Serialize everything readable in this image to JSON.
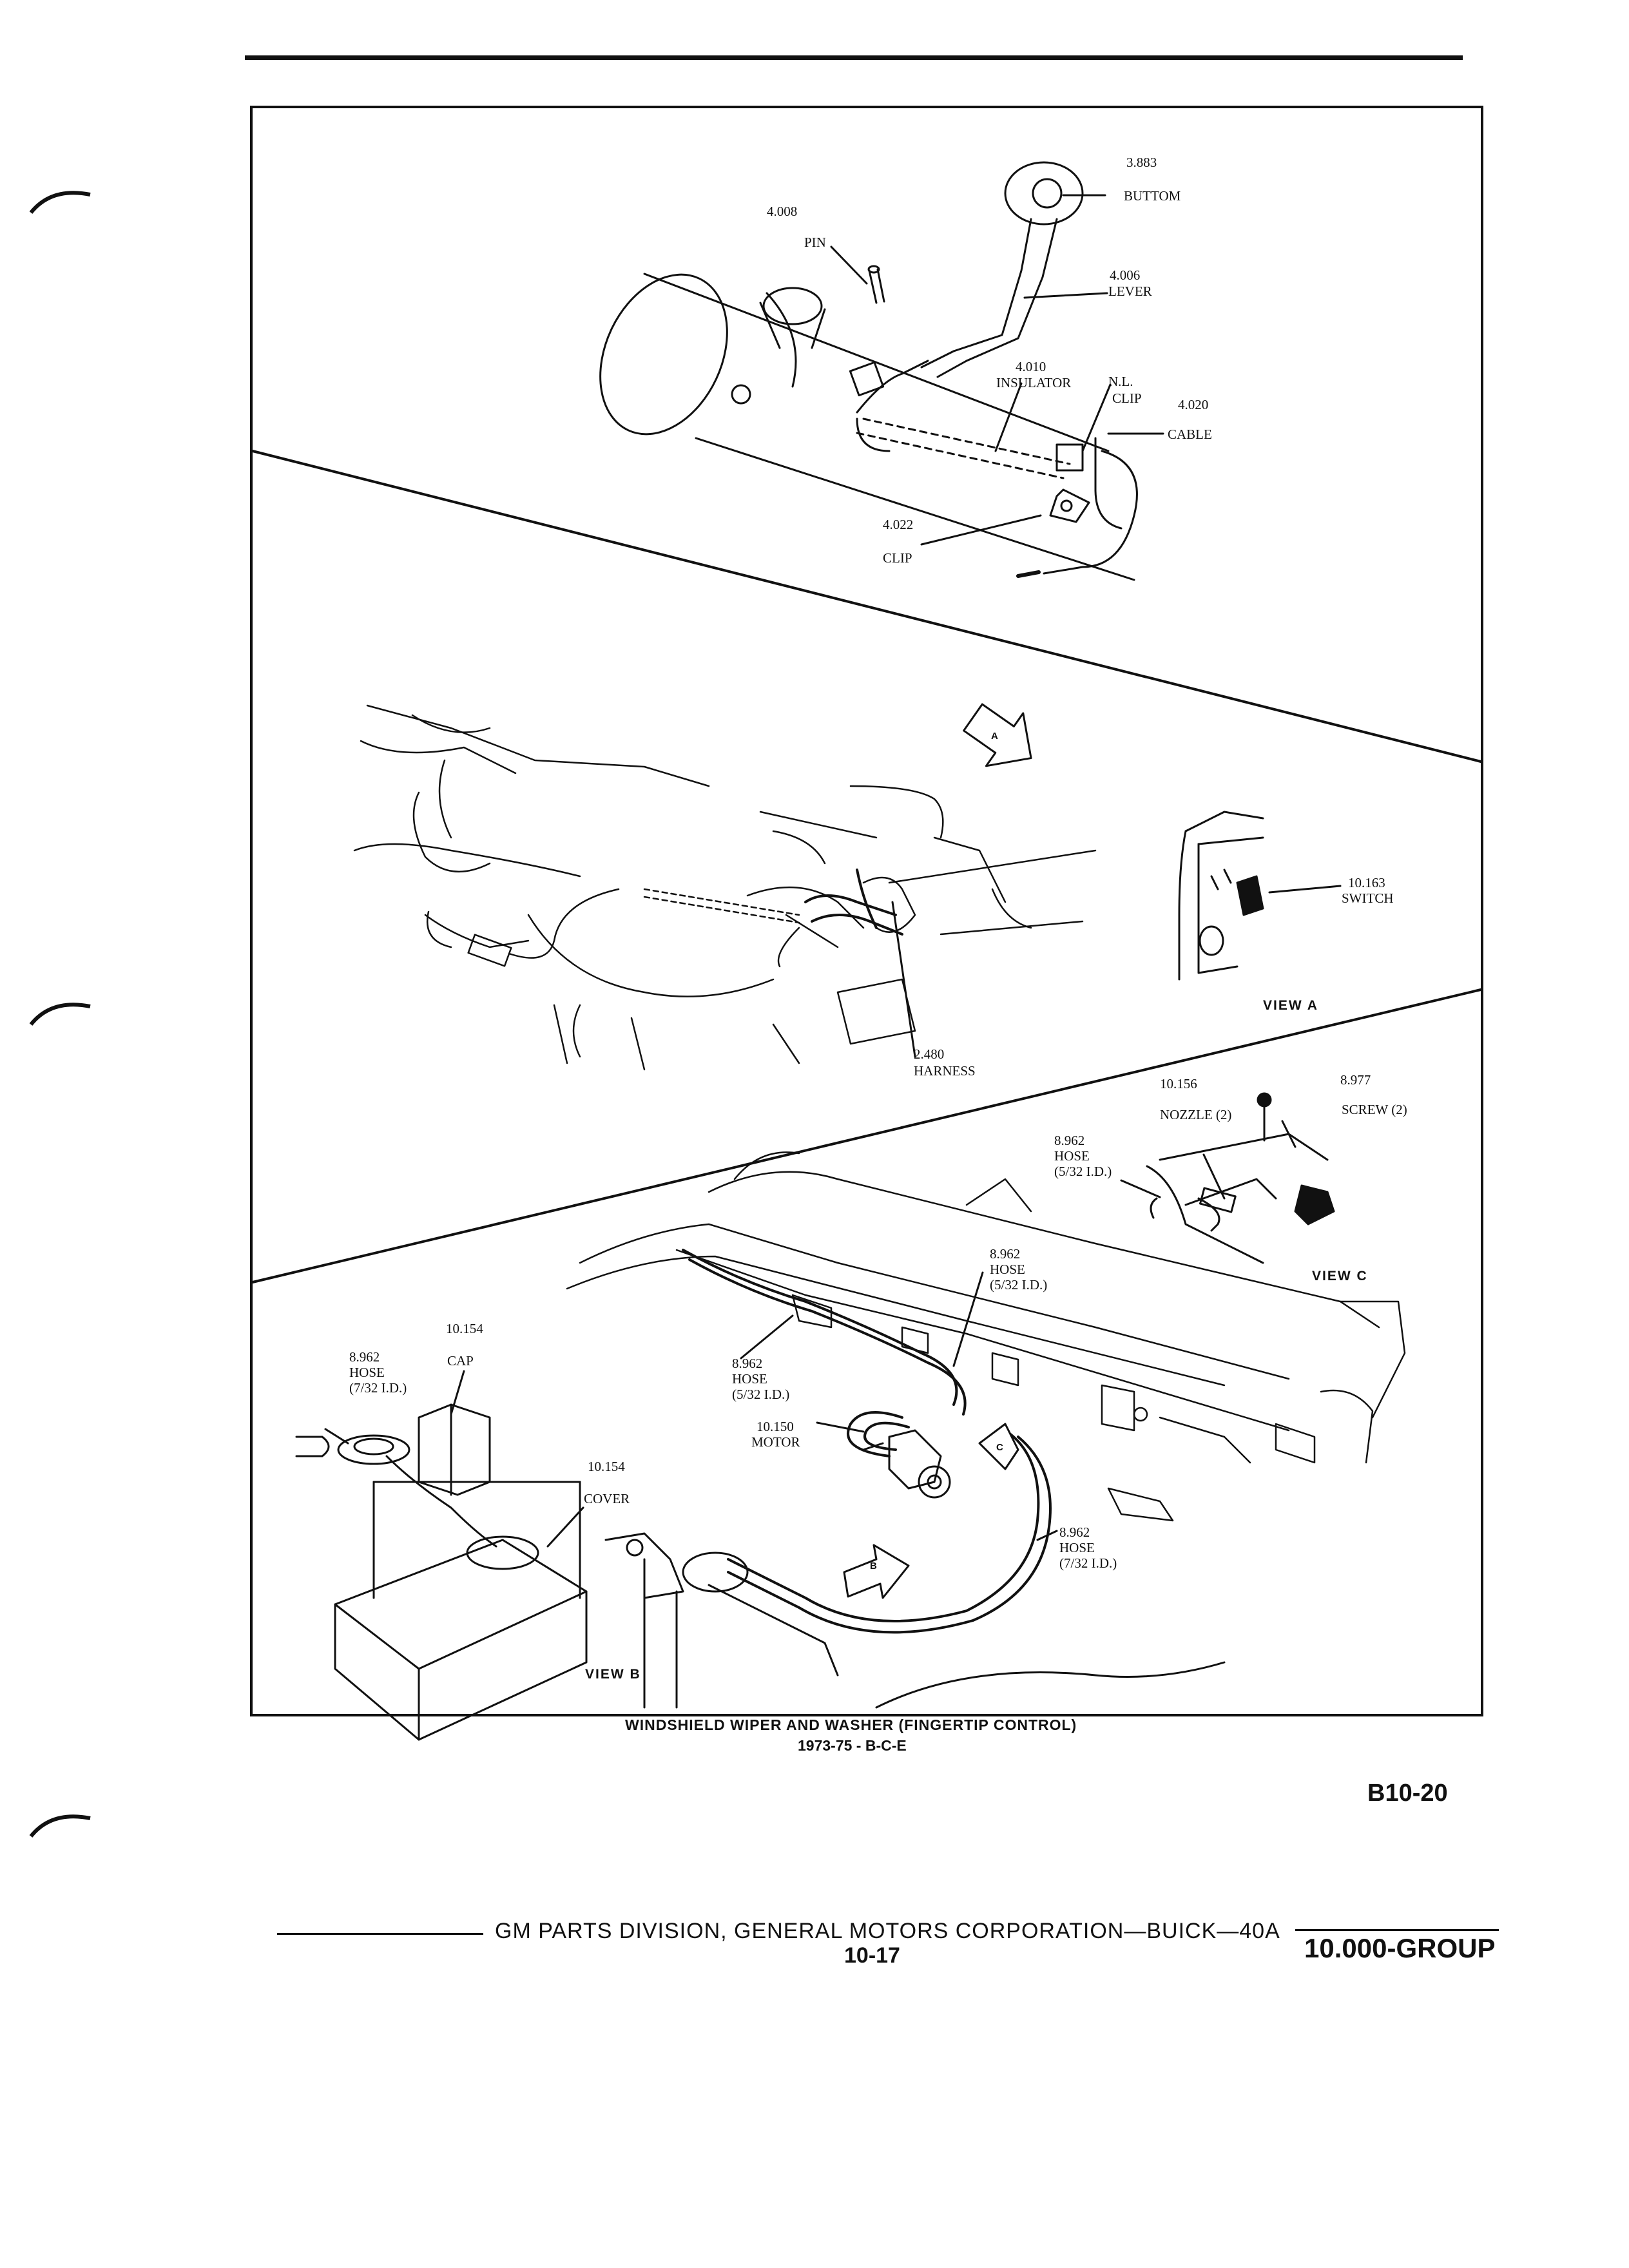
{
  "diagram": {
    "callouts": {
      "buttom": {
        "number": "3.883",
        "name": "BUTTOM"
      },
      "pin": {
        "number": "4.008",
        "name": "PIN"
      },
      "lever": {
        "number": "4.006",
        "name": "LEVER"
      },
      "insulator": {
        "number": "4.010",
        "name": "INSULATOR"
      },
      "nl_clip": {
        "number": "N.L.",
        "name": "CLIP"
      },
      "cable": {
        "number": "4.020",
        "name": "CABLE"
      },
      "clip": {
        "number": "4.022",
        "name": "CLIP"
      },
      "harness": {
        "number": "2.480",
        "name": "HARNESS"
      },
      "switch": {
        "number": "10.163",
        "name": "SWITCH"
      },
      "nozzle": {
        "number": "10.156",
        "name": "NOZZLE (2)"
      },
      "screw": {
        "number": "8.977",
        "name": "SCREW (2)"
      },
      "hose_view_c": {
        "number": "8.962",
        "name": "HOSE",
        "size": "(5/32 I.D.)"
      },
      "hose_center": {
        "number": "8.962",
        "name": "HOSE",
        "size": "(5/32 I.D.)"
      },
      "hose_left": {
        "number": "8.962",
        "name": "HOSE",
        "size": "(5/32 I.D.)"
      },
      "hose_view_b": {
        "number": "8.962",
        "name": "HOSE",
        "size": "(7/32 I.D.)"
      },
      "hose_lower": {
        "number": "8.962",
        "name": "HOSE",
        "size": "(7/32 I.D.)"
      },
      "cap": {
        "number": "10.154",
        "name": "CAP"
      },
      "cover": {
        "number": "10.154",
        "name": "COVER"
      },
      "motor": {
        "number": "10.150",
        "name": "MOTOR"
      }
    },
    "view_labels": {
      "view_a": "VIEW A",
      "view_b": "VIEW B",
      "view_c": "VIEW C",
      "arrow_a": "A",
      "arrow_b": "B",
      "arrow_c": "C"
    },
    "caption": "WINDSHIELD WIPER AND WASHER (FINGERTIP CONTROL)",
    "subcaption": "1973-75 - B-C-E"
  },
  "page_id": "B10-20",
  "footer": {
    "publisher": "GM PARTS DIVISION, GENERAL MOTORS CORPORATION—BUICK—40A",
    "page_number": "10-17",
    "group": "10.000-GROUP"
  }
}
